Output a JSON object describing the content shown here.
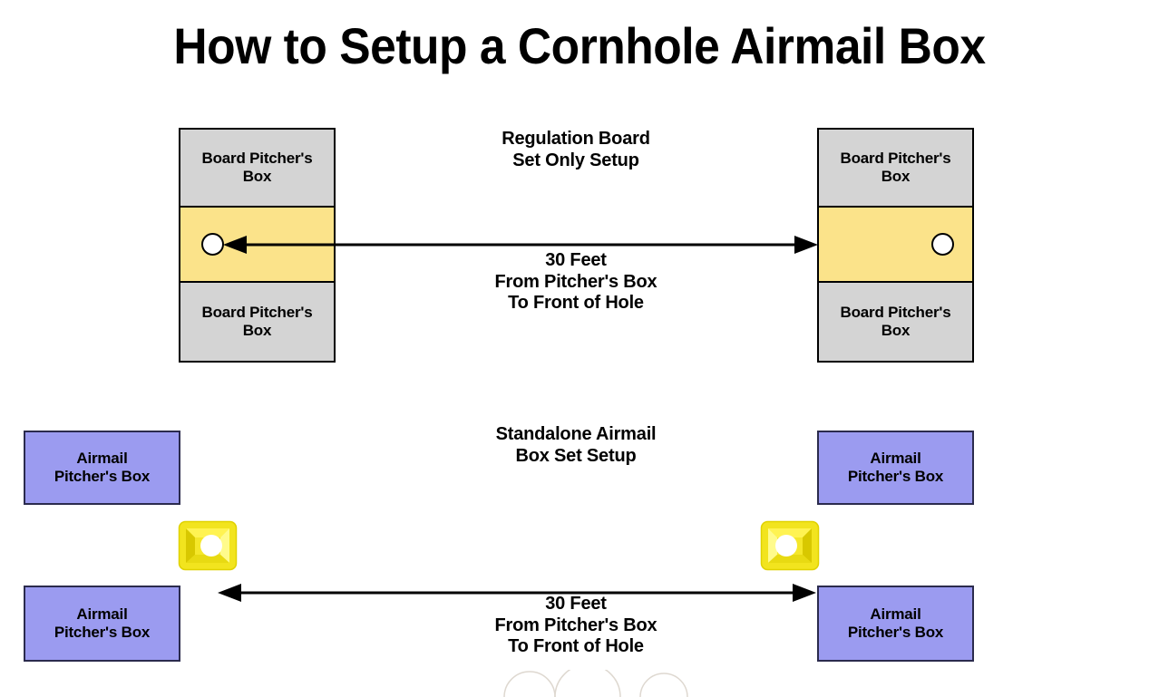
{
  "page": {
    "title": "How to Setup a Cornhole Airmail Box",
    "background_color": "#ffffff"
  },
  "colors": {
    "pitchers_box_gray": "#d4d4d4",
    "board_yellow": "#fbe38a",
    "airmail_blue": "#9b9bf0",
    "airmail_box_yellow": "#f2e41e",
    "outline_black": "#000000",
    "hole_white": "#ffffff",
    "bag_arc_gray": "#ded8d0"
  },
  "diagrams": [
    {
      "id": "regulation-board-setup",
      "heading": "Regulation Board\nSet Only Setup",
      "measure": "30 Feet\nFrom Pitcher's Box\nTo Front of Hole",
      "left_stack": {
        "top_box_label": "Board Pitcher's\nBox",
        "board_label": "",
        "bottom_box_label": "Board Pitcher's\nBox"
      },
      "right_stack": {
        "top_box_label": "Board Pitcher's\nBox",
        "board_label": "",
        "bottom_box_label": "Board Pitcher's\nBox"
      },
      "arrow": {
        "name": "distance-arrow",
        "style": "double-headed",
        "label": "30 Feet"
      }
    },
    {
      "id": "standalone-airmail-setup",
      "heading": "Standalone Airmail\nBox Set Setup",
      "measure": "30 Feet\nFrom Pitcher's Box\nTo Front of Hole",
      "left_stack": {
        "top_box_label": "Airmail\nPitcher's Box",
        "bottom_box_label": "Airmail\nPitcher's Box"
      },
      "right_stack": {
        "top_box_label": "Airmail\nPitcher's Box",
        "bottom_box_label": "Airmail\nPitcher's Box"
      },
      "arrow": {
        "name": "distance-arrow",
        "style": "double-headed",
        "label": "30 Feet"
      }
    }
  ]
}
